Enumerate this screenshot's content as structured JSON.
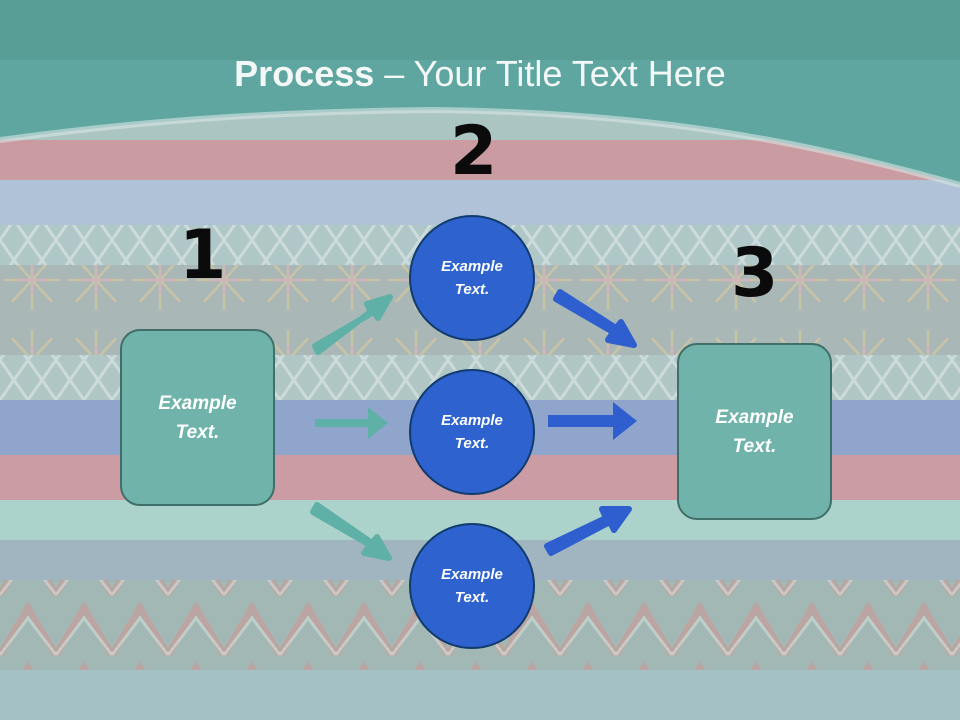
{
  "title": {
    "bold": "Process",
    "rest": " – Your Title Text Here"
  },
  "step_numbers": [
    "1",
    "2",
    "3"
  ],
  "left_box": {
    "text": "Example Text."
  },
  "circles": [
    {
      "text": "Example Text."
    },
    {
      "text": "Example Text."
    },
    {
      "text": "Example Text."
    }
  ],
  "right_box": {
    "text": "Example Text."
  },
  "colors": {
    "header_teal": "#5fa6a0",
    "box_fill": "#6fb3aa",
    "circle_fill": "#2d62cf",
    "teal_arrow": "#5fb0a6",
    "blue_arrow": "#2f5fcf"
  }
}
